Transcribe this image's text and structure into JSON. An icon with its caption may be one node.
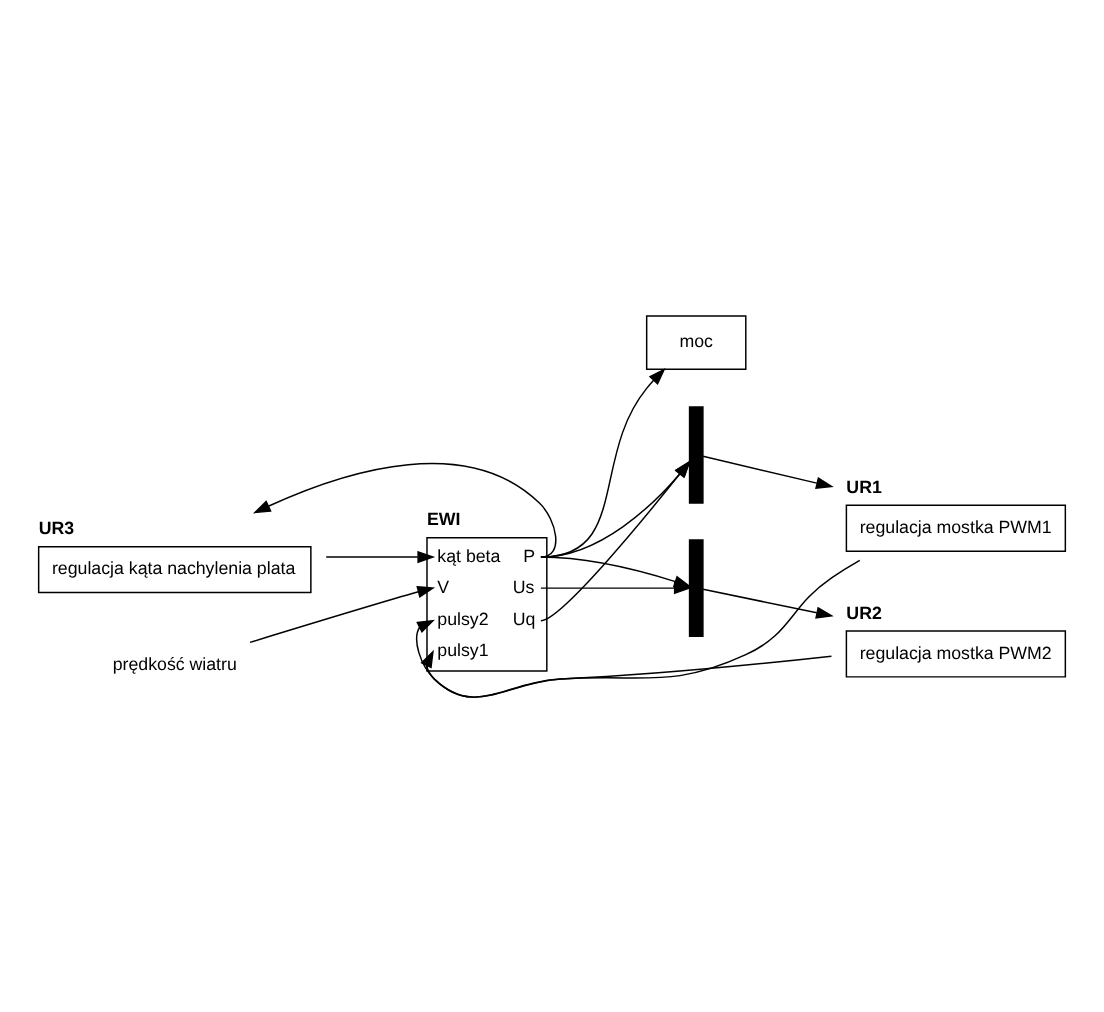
{
  "diagram": {
    "nodes": [
      {
        "text": [
          "UR3",
          "regulacja kąta nachylenia plata"
        ]
      },
      {
        "text": [
          "EWI",
          "kąt beta",
          "V",
          "pulsy2",
          "pulsy1",
          "P",
          "Us",
          "Uq"
        ]
      },
      {
        "text": [
          "prędkość wiatru"
        ]
      },
      {
        "text": [
          "moc"
        ]
      },
      {
        "text": [
          "UR1",
          "regulacja mostka PWM1"
        ]
      },
      {
        "text": [],
        "shape": "bar"
      },
      {
        "text": [
          "UR2",
          "regulacja mostka PWM2"
        ]
      },
      {
        "text": [],
        "shape": "bar"
      }
    ],
    "edges": [
      {
        "from": 0,
        "to": 1,
        "arrow": "to"
      },
      {
        "from": 2,
        "to": 1,
        "arrow": "to"
      },
      {
        "from": 1,
        "to": 3,
        "arrow": "to"
      },
      {
        "from": 1,
        "to": 0,
        "arrow": "to"
      },
      {
        "from": 1,
        "to": 5,
        "arrow": "to"
      },
      {
        "from": 1,
        "to": 7,
        "arrow": "to"
      },
      {
        "from": 1,
        "to": 5,
        "arrow": "to"
      },
      {
        "from": 1,
        "to": 7,
        "arrow": "to"
      },
      {
        "from": 5,
        "to": 4,
        "arrow": "to"
      },
      {
        "from": 4,
        "to": 1,
        "arrow": "to"
      },
      {
        "from": 7,
        "to": 6,
        "arrow": "to"
      },
      {
        "from": 6,
        "to": 1,
        "arrow": "to"
      }
    ]
  }
}
